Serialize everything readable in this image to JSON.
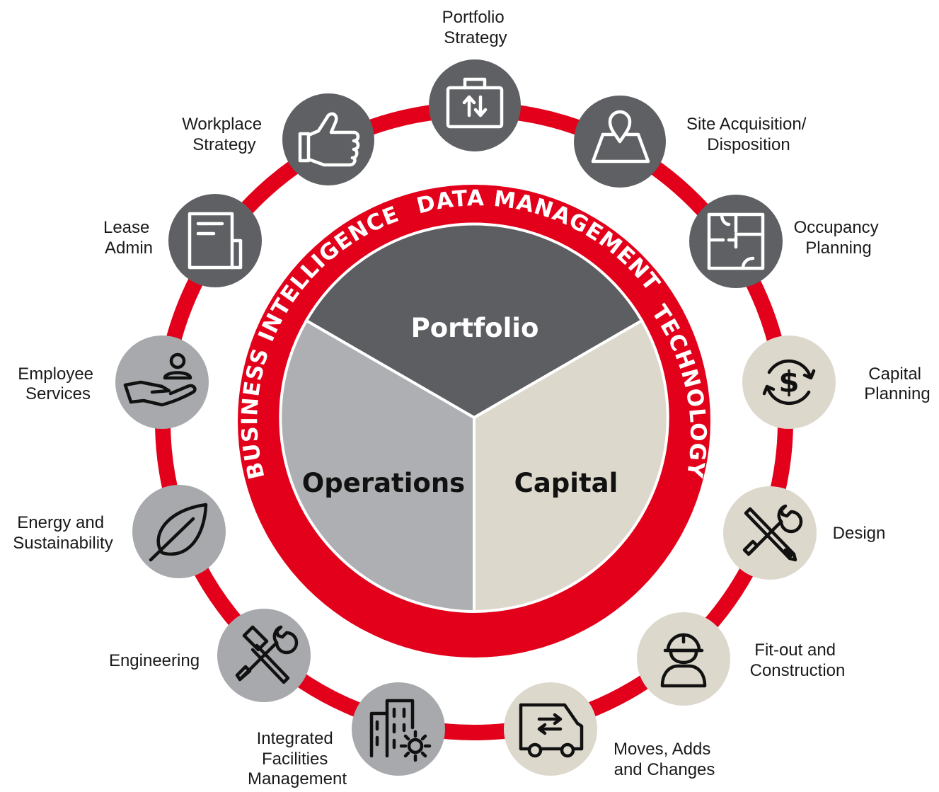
{
  "colors": {
    "ring": "#e2001a",
    "dark_node": "#5f6063",
    "mid_node": "#a8a9ac",
    "light_node": "#ddd8cc",
    "portfolio_segment": "#5d5e61",
    "operations_segment": "#aeafb2",
    "capital_segment": "#ddd8cc"
  },
  "center": {
    "segments": [
      {
        "label": "Portfolio"
      },
      {
        "label": "Operations"
      },
      {
        "label": "Capital"
      }
    ],
    "arc_labels": {
      "left": "BUSINESS INTELLIGENCE",
      "top": "DATA MANAGEMENT",
      "right": "TECHNOLOGY"
    }
  },
  "nodes": [
    {
      "id": "portfolio-strategy",
      "lines": [
        "Portfolio",
        "Strategy"
      ],
      "icon": "briefcase-icon",
      "tone": "dark"
    },
    {
      "id": "site-acquisition",
      "lines": [
        "Site Acquisition/",
        "Disposition"
      ],
      "icon": "map-pin-icon",
      "tone": "dark"
    },
    {
      "id": "occupancy-planning",
      "lines": [
        "Occupancy",
        "Planning"
      ],
      "icon": "floor-plan-icon",
      "tone": "dark"
    },
    {
      "id": "capital-planning",
      "lines": [
        "Capital",
        "Planning"
      ],
      "icon": "dollar-cycle-icon",
      "tone": "light"
    },
    {
      "id": "design",
      "lines": [
        "Design"
      ],
      "icon": "pencil-wrench-icon",
      "tone": "light"
    },
    {
      "id": "fit-out",
      "lines": [
        "Fit-out and",
        "Construction"
      ],
      "icon": "construction-worker-icon",
      "tone": "light"
    },
    {
      "id": "moves",
      "lines": [
        "Moves, Adds",
        "and Changes"
      ],
      "icon": "moving-van-icon",
      "tone": "light"
    },
    {
      "id": "ifm",
      "lines": [
        "Integrated",
        "Facilities",
        "Management"
      ],
      "icon": "building-gear-icon",
      "tone": "mid"
    },
    {
      "id": "engineering",
      "lines": [
        "Engineering"
      ],
      "icon": "hammer-wrench-icon",
      "tone": "mid"
    },
    {
      "id": "energy",
      "lines": [
        "Energy and",
        "Sustainability"
      ],
      "icon": "leaf-icon",
      "tone": "mid"
    },
    {
      "id": "employee-services",
      "lines": [
        "Employee",
        "Services"
      ],
      "icon": "hand-person-icon",
      "tone": "mid"
    },
    {
      "id": "lease-admin",
      "lines": [
        "Lease",
        "Admin"
      ],
      "icon": "document-icon",
      "tone": "dark"
    },
    {
      "id": "workplace-strategy",
      "lines": [
        "Workplace",
        "Strategy"
      ],
      "icon": "thumbs-up-icon",
      "tone": "dark"
    }
  ]
}
